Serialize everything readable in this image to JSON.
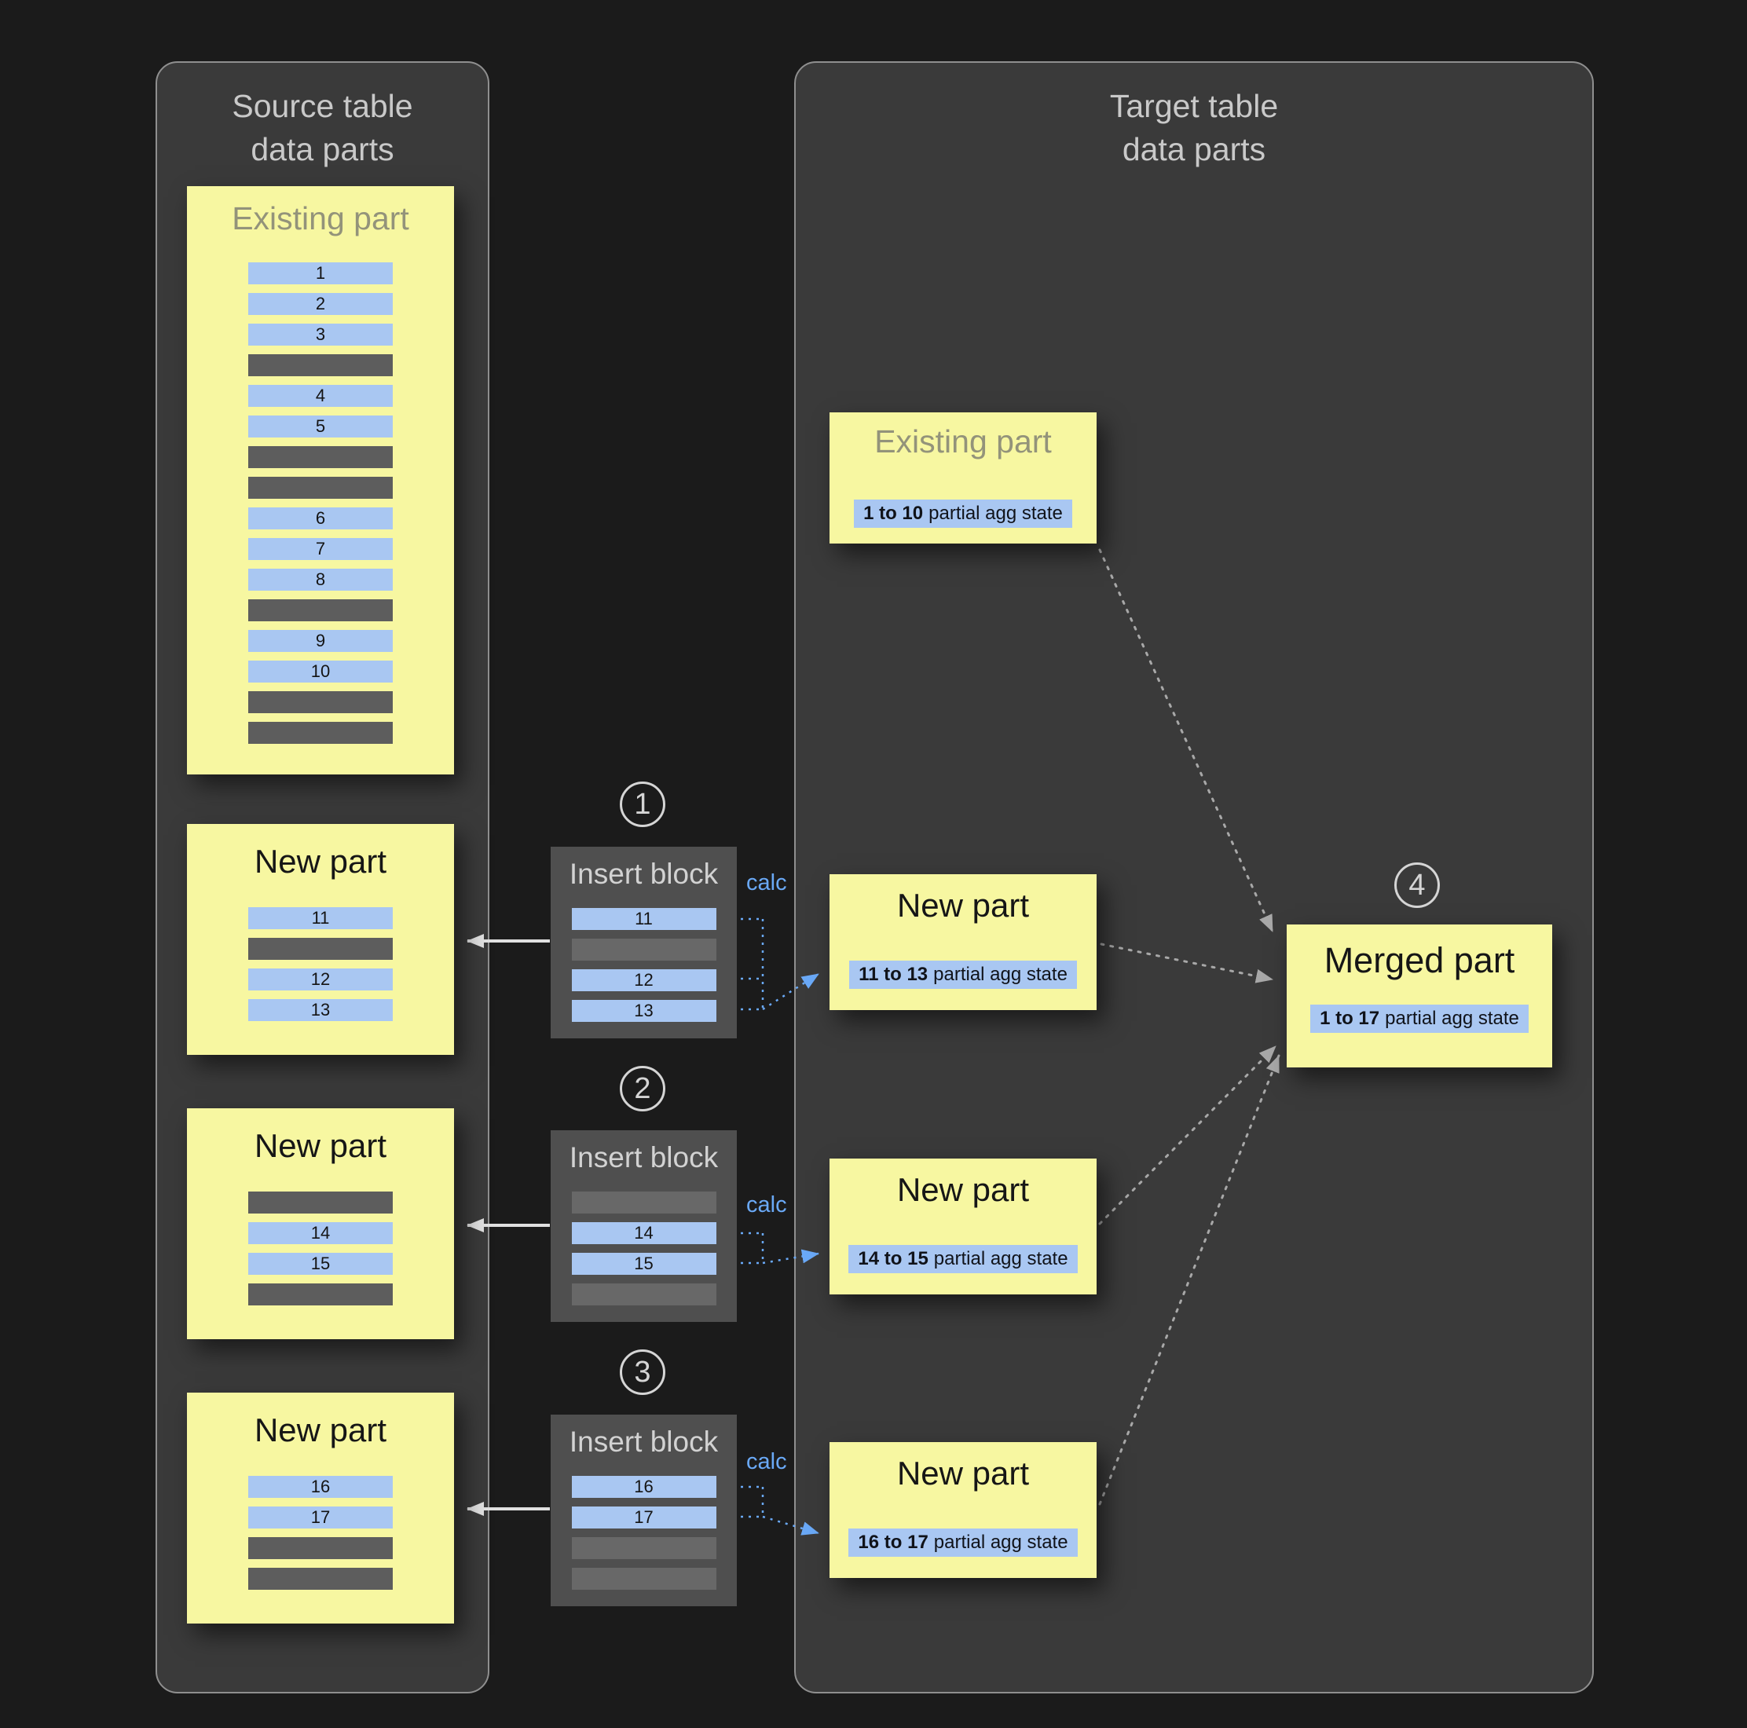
{
  "colors": {
    "page_bg": "#1b1b1b",
    "panel_bg": "#3a3a3a",
    "panel_border": "#8f8f8f",
    "part_yellow": "#f7f7a1",
    "row_blue": "#a9c7f2",
    "row_gray": "#5d5d5d",
    "insert_block_bg": "#4f4f4f",
    "calc_blue": "#6aa9f7",
    "muted_title": "#93937a",
    "arrow_white": "#e0e0e0",
    "arrow_gray": "#a8a8a8"
  },
  "source_panel": {
    "title_line1": "Source table",
    "title_line2": "data parts",
    "existing_part": {
      "title": "Existing part",
      "rows": [
        {
          "type": "data",
          "label": "1"
        },
        {
          "type": "data",
          "label": "2"
        },
        {
          "type": "data",
          "label": "3"
        },
        {
          "type": "other"
        },
        {
          "type": "data",
          "label": "4"
        },
        {
          "type": "data",
          "label": "5"
        },
        {
          "type": "other"
        },
        {
          "type": "other"
        },
        {
          "type": "data",
          "label": "6"
        },
        {
          "type": "data",
          "label": "7"
        },
        {
          "type": "data",
          "label": "8"
        },
        {
          "type": "other"
        },
        {
          "type": "data",
          "label": "9"
        },
        {
          "type": "data",
          "label": "10"
        },
        {
          "type": "other"
        },
        {
          "type": "other"
        }
      ]
    },
    "new_parts": [
      {
        "title": "New part",
        "rows": [
          {
            "type": "data",
            "label": "11"
          },
          {
            "type": "other"
          },
          {
            "type": "data",
            "label": "12"
          },
          {
            "type": "data",
            "label": "13"
          }
        ]
      },
      {
        "title": "New part",
        "rows": [
          {
            "type": "other"
          },
          {
            "type": "data",
            "label": "14"
          },
          {
            "type": "data",
            "label": "15"
          },
          {
            "type": "other"
          }
        ]
      },
      {
        "title": "New part",
        "rows": [
          {
            "type": "data",
            "label": "16"
          },
          {
            "type": "data",
            "label": "17"
          },
          {
            "type": "other"
          },
          {
            "type": "other"
          }
        ]
      }
    ]
  },
  "insert_blocks": [
    {
      "step": "1",
      "title": "Insert block",
      "calc_label": "calc",
      "rows": [
        {
          "type": "data",
          "label": "11"
        },
        {
          "type": "other"
        },
        {
          "type": "data",
          "label": "12"
        },
        {
          "type": "data",
          "label": "13"
        }
      ]
    },
    {
      "step": "2",
      "title": "Insert block",
      "calc_label": "calc",
      "rows": [
        {
          "type": "other"
        },
        {
          "type": "data",
          "label": "14"
        },
        {
          "type": "data",
          "label": "15"
        },
        {
          "type": "other"
        }
      ]
    },
    {
      "step": "3",
      "title": "Insert block",
      "calc_label": "calc",
      "rows": [
        {
          "type": "data",
          "label": "16"
        },
        {
          "type": "data",
          "label": "17"
        },
        {
          "type": "other"
        },
        {
          "type": "other"
        }
      ]
    }
  ],
  "target_panel": {
    "title_line1": "Target table",
    "title_line2": "data parts",
    "existing_part": {
      "title": "Existing part",
      "agg_range": "1 to 10",
      "agg_suffix": "partial agg state"
    },
    "new_parts": [
      {
        "title": "New part",
        "agg_range": "11 to 13",
        "agg_suffix": "partial agg state"
      },
      {
        "title": "New part",
        "agg_range": "14 to 15",
        "agg_suffix": "partial agg state"
      },
      {
        "title": "New part",
        "agg_range": "16 to 17",
        "agg_suffix": "partial agg state"
      }
    ],
    "merged_part": {
      "step": "4",
      "title": "Merged part",
      "agg_range": "1 to 17",
      "agg_suffix": "partial agg state"
    }
  }
}
